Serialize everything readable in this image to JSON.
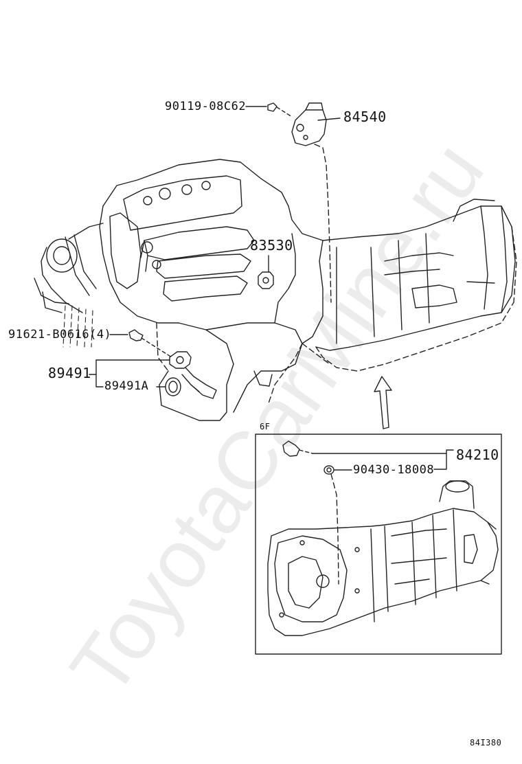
{
  "watermark": "ToyotaCarMine.ru",
  "labels": {
    "bolt_top": "90119-08C62",
    "switch_top": "84540",
    "sensor_mid": "83530",
    "bolt_left": "91621-B0616(4)",
    "sensor_group": "89491",
    "sensor_sub": "89491A",
    "inset_tag": "6F",
    "inset_switch": "84210",
    "inset_gasket": "90430-18008",
    "diagram_code": "84I380"
  }
}
